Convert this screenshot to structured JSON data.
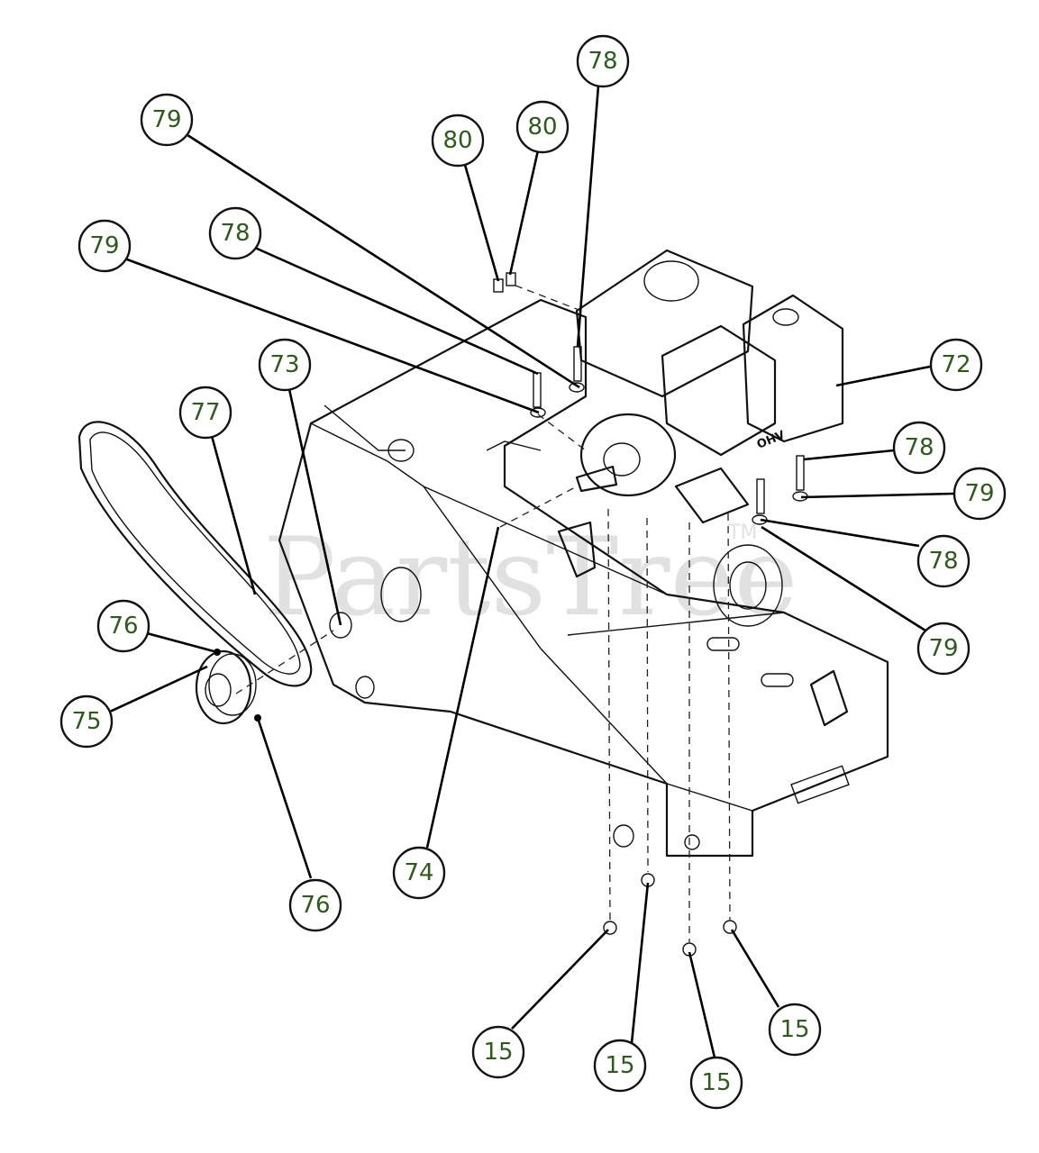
{
  "watermark": {
    "text": "PartsTree",
    "mark": "TM"
  },
  "engine_label": "OHV",
  "callouts": [
    {
      "id": "c-78-top",
      "label": "78"
    },
    {
      "id": "c-80-a",
      "label": "80"
    },
    {
      "id": "c-80-b",
      "label": "80"
    },
    {
      "id": "c-79-top",
      "label": "79"
    },
    {
      "id": "c-78-mid",
      "label": "78"
    },
    {
      "id": "c-79-left",
      "label": "79"
    },
    {
      "id": "c-73",
      "label": "73"
    },
    {
      "id": "c-77",
      "label": "77"
    },
    {
      "id": "c-72",
      "label": "72"
    },
    {
      "id": "c-78-right",
      "label": "78"
    },
    {
      "id": "c-79-right",
      "label": "79"
    },
    {
      "id": "c-78-right-low",
      "label": "78"
    },
    {
      "id": "c-79-right-low",
      "label": "79"
    },
    {
      "id": "c-76-top",
      "label": "76"
    },
    {
      "id": "c-75",
      "label": "75"
    },
    {
      "id": "c-76-bottom",
      "label": "76"
    },
    {
      "id": "c-74",
      "label": "74"
    },
    {
      "id": "c-15-a",
      "label": "15"
    },
    {
      "id": "c-15-b",
      "label": "15"
    },
    {
      "id": "c-15-c",
      "label": "15"
    },
    {
      "id": "c-15-d",
      "label": "15"
    }
  ]
}
